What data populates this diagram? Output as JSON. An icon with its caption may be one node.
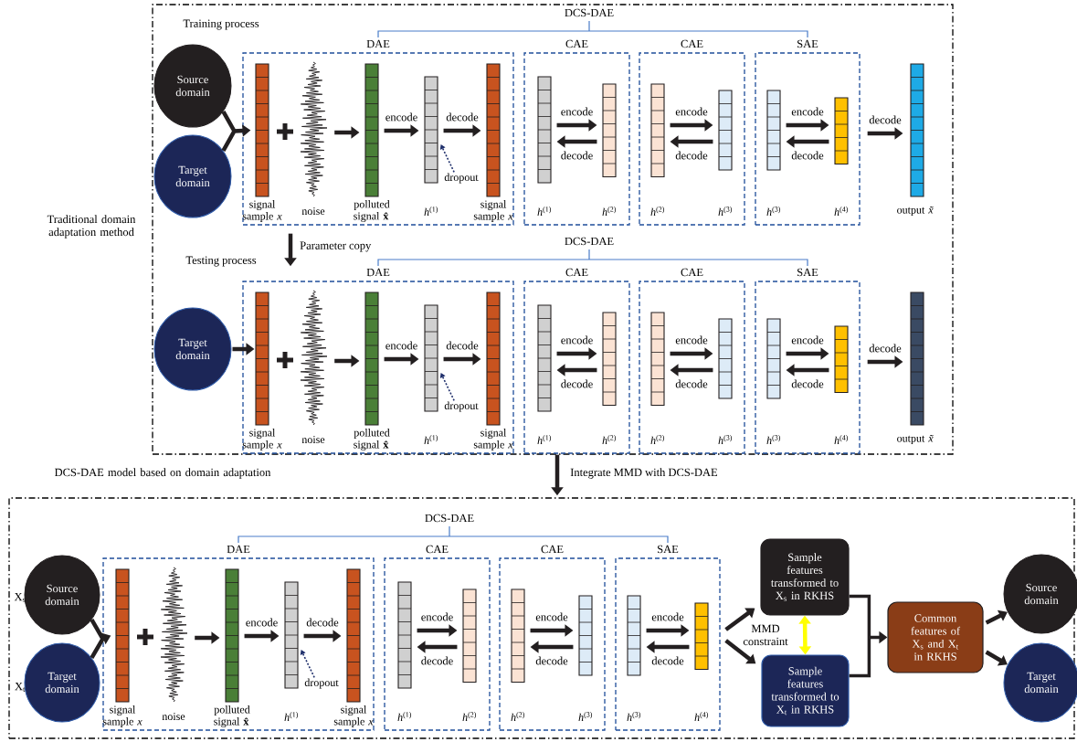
{
  "diagram": {
    "nodes": [
      {
        "text": [
          "Traditional domain adaptation method"
        ]
      },
      {
        "text": [
          "Source domain"
        ],
        "in": 0
      },
      {
        "text": [
          "Target domain"
        ],
        "in": 0
      },
      {
        "text": [
          "DAE"
        ],
        "in": 0
      },
      {
        "text": [
          "signal sample *x*"
        ],
        "in": 3
      },
      {
        "text": [
          "noise"
        ],
        "in": 3
      },
      {
        "text": [
          "polluted signal **x̂**"
        ],
        "in": 3
      },
      {
        "text": [
          "*h*$^{(1)}$"
        ],
        "in": 3
      },
      {
        "text": [
          "dropout"
        ],
        "in": 3
      },
      {
        "text": [
          "signal sample *x*"
        ],
        "in": 3
      },
      {
        "text": [
          "CAE"
        ],
        "in": 0
      },
      {
        "text": [
          "*h*$^{(1)}$"
        ],
        "in": 10
      },
      {
        "text": [
          "*h*$^{(2)}$"
        ],
        "in": 10
      },
      {
        "text": [
          "CAE"
        ],
        "in": 0
      },
      {
        "text": [
          "*h*$^{(2)}$"
        ],
        "in": 13
      },
      {
        "text": [
          "*h*$^{(3)}$"
        ],
        "in": 13
      },
      {
        "text": [
          "SAE"
        ],
        "in": 0
      },
      {
        "text": [
          "*h*$^{(3)}$"
        ],
        "in": 16
      },
      {
        "text": [
          "*h*$^{(4)}$"
        ],
        "in": 16
      },
      {
        "text": [
          "output *x̃*"
        ],
        "in": 0
      },
      {
        "text": [
          "Target domain"
        ],
        "in": 0
      },
      {
        "text": [
          "DAE"
        ],
        "in": 0
      },
      {
        "text": [
          "signal sample *x*"
        ],
        "in": 21
      },
      {
        "text": [
          "noise"
        ],
        "in": 21
      },
      {
        "text": [
          "polluted signal **x̂**"
        ],
        "in": 21
      },
      {
        "text": [
          "*h*$^{(1)}$"
        ],
        "in": 21
      },
      {
        "text": [
          "dropout"
        ],
        "in": 21
      },
      {
        "text": [
          "signal sample *x*"
        ],
        "in": 21
      },
      {
        "text": [
          "CAE"
        ],
        "in": 0
      },
      {
        "text": [
          "*h*$^{(1)}$"
        ],
        "in": 28
      },
      {
        "text": [
          "*h*$^{(2)}$"
        ],
        "in": 28
      },
      {
        "text": [
          "CAE"
        ],
        "in": 0
      },
      {
        "text": [
          "*h*$^{(2)}$"
        ],
        "in": 31
      },
      {
        "text": [
          "*h*$^{(3)}$"
        ],
        "in": 31
      },
      {
        "text": [
          "SAE"
        ],
        "in": 0
      },
      {
        "text": [
          "*h*$^{(3)}$"
        ],
        "in": 34
      },
      {
        "text": [
          "*h*$^{(4)}$"
        ],
        "in": 34
      },
      {
        "text": [
          "output *x̃*"
        ],
        "in": 0
      },
      {
        "text": [
          "DCS-DAE model based on domain adaptation"
        ]
      },
      {
        "text": [
          "Source domain"
        ],
        "beside": [
          "X$_{s}$"
        ],
        "in": 38
      },
      {
        "text": [
          "Target domain"
        ],
        "beside": [
          "X$_{t}$"
        ],
        "in": 38
      },
      {
        "text": [
          "DAE"
        ],
        "in": 38
      },
      {
        "text": [
          "signal sample *x*"
        ],
        "in": 41
      },
      {
        "text": [
          "noise"
        ],
        "in": 41
      },
      {
        "text": [
          "polluted signal **x̂**"
        ],
        "in": 41
      },
      {
        "text": [
          "*h*$^{(1)}$"
        ],
        "in": 41
      },
      {
        "text": [
          "dropout"
        ],
        "in": 41
      },
      {
        "text": [
          "signal sample *x*"
        ],
        "in": 41
      },
      {
        "text": [
          "CAE"
        ],
        "in": 38
      },
      {
        "text": [
          "*h*$^{(1)}$"
        ],
        "in": 48
      },
      {
        "text": [
          "*h*$^{(2)}$"
        ],
        "in": 48
      },
      {
        "text": [
          "CAE"
        ],
        "in": 38
      },
      {
        "text": [
          "*h*$^{(2)}$"
        ],
        "in": 51
      },
      {
        "text": [
          "*h*$^{(3)}$"
        ],
        "in": 51
      },
      {
        "text": [
          "SAE"
        ],
        "in": 38
      },
      {
        "text": [
          "*h*$^{(3)}$"
        ],
        "in": 54
      },
      {
        "text": [
          "*h*$^{(4)}$"
        ],
        "in": 54
      },
      {
        "text": [
          "Sample features transformed to X$_{s}$ in RKHS"
        ],
        "in": 38
      },
      {
        "text": [
          "Sample features transformed to X$_{t}$ in RKHS"
        ],
        "in": 38
      },
      {
        "text": [
          "Common features of X$_{s}$ and X$_{t}$ in RKHS"
        ],
        "in": 38
      },
      {
        "text": [
          "Source domain"
        ],
        "in": 38
      },
      {
        "text": [
          "Target domain"
        ],
        "in": 38
      }
    ],
    "edges": [
      {
        "from": 1,
        "to": 4,
        "arrow": "to"
      },
      {
        "from": 2,
        "to": 4,
        "arrow": "to"
      },
      {
        "from": 5,
        "to": 6,
        "arrow": "to"
      },
      {
        "from": 6,
        "to": 7,
        "arrow": "to",
        "label": "encode"
      },
      {
        "from": 7,
        "to": 9,
        "arrow": "to",
        "label": "decode"
      },
      {
        "from": 8,
        "to": 7,
        "arrow": "to",
        "style": "dashed",
        "color": "#1f2f6b"
      },
      {
        "from": 11,
        "to": 12,
        "arrow": "to",
        "label": "encode"
      },
      {
        "from": 12,
        "to": 11,
        "arrow": "to",
        "label": "decode"
      },
      {
        "from": 14,
        "to": 15,
        "arrow": "to",
        "label": "encode"
      },
      {
        "from": 15,
        "to": 14,
        "arrow": "to",
        "label": "decode"
      },
      {
        "from": 17,
        "to": 18,
        "arrow": "to",
        "label": "encode"
      },
      {
        "from": 18,
        "to": 17,
        "arrow": "to",
        "label": "decode"
      },
      {
        "from": 16,
        "to": 19,
        "arrow": "to",
        "label": "decode"
      },
      {
        "from": 3,
        "to": 21,
        "arrow": "to",
        "label": "Parameter copy"
      },
      {
        "from": 20,
        "to": 22,
        "arrow": "to"
      },
      {
        "from": 23,
        "to": 24,
        "arrow": "to"
      },
      {
        "from": 24,
        "to": 25,
        "arrow": "to",
        "label": "encode"
      },
      {
        "from": 25,
        "to": 27,
        "arrow": "to",
        "label": "decode"
      },
      {
        "from": 26,
        "to": 25,
        "arrow": "to",
        "style": "dashed",
        "color": "#1f2f6b"
      },
      {
        "from": 29,
        "to": 30,
        "arrow": "to",
        "label": "encode"
      },
      {
        "from": 30,
        "to": 29,
        "arrow": "to",
        "label": "decode"
      },
      {
        "from": 32,
        "to": 33,
        "arrow": "to",
        "label": "encode"
      },
      {
        "from": 33,
        "to": 32,
        "arrow": "to",
        "label": "decode"
      },
      {
        "from": 35,
        "to": 36,
        "arrow": "to",
        "label": "encode"
      },
      {
        "from": 36,
        "to": 35,
        "arrow": "to",
        "label": "decode"
      },
      {
        "from": 34,
        "to": 37,
        "arrow": "to",
        "label": "decode"
      },
      {
        "from": 0,
        "to": 38,
        "arrow": "to",
        "label": "Integrate MMD with DCS-DAE"
      },
      {
        "from": 39,
        "to": 42,
        "arrow": "to"
      },
      {
        "from": 40,
        "to": 42,
        "arrow": "to"
      },
      {
        "from": 43,
        "to": 44,
        "arrow": "to"
      },
      {
        "from": 44,
        "to": 45,
        "arrow": "to",
        "label": "encode"
      },
      {
        "from": 45,
        "to": 47,
        "arrow": "to",
        "label": "decode"
      },
      {
        "from": 46,
        "to": 45,
        "arrow": "to",
        "style": "dashed",
        "color": "#1f2f6b"
      },
      {
        "from": 49,
        "to": 50,
        "arrow": "to",
        "label": "encode"
      },
      {
        "from": 50,
        "to": 49,
        "arrow": "to",
        "label": "decode"
      },
      {
        "from": 52,
        "to": 53,
        "arrow": "to",
        "label": "encode"
      },
      {
        "from": 53,
        "to": 52,
        "arrow": "to",
        "label": "decode"
      },
      {
        "from": 55,
        "to": 56,
        "arrow": "to",
        "label": "encode"
      },
      {
        "from": 56,
        "to": 55,
        "arrow": "to",
        "label": "decode"
      },
      {
        "from": 54,
        "to": 57,
        "arrow": "to"
      },
      {
        "from": 54,
        "to": 58,
        "arrow": "to"
      },
      {
        "from": 57,
        "to": 58,
        "arrow": "both",
        "color": "#ffff00",
        "label": "MMD constraint"
      },
      {
        "from": 57,
        "to": 59,
        "arrow": "to"
      },
      {
        "from": 58,
        "to": 59,
        "arrow": "to"
      },
      {
        "from": 59,
        "to": 60,
        "arrow": "to"
      },
      {
        "from": 59,
        "to": 61,
        "arrow": "to"
      }
    ],
    "labels": [
      "DCS-DAE",
      "Training process",
      "DCS-DAE",
      "Testing process",
      "DCS-DAE"
    ]
  }
}
